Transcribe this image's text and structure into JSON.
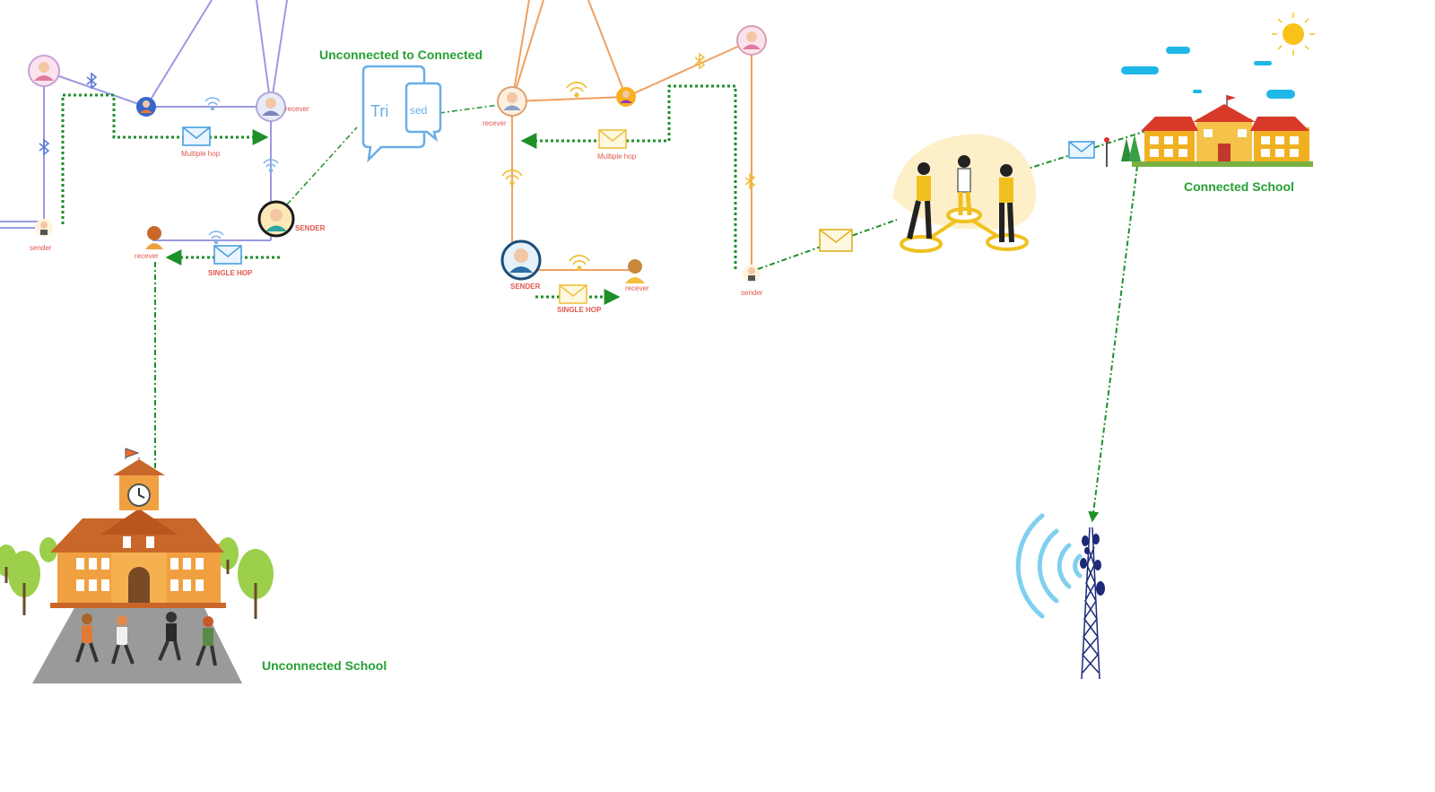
{
  "colors": {
    "blue_net": "#9a9ae2",
    "orange_net": "#f0a060",
    "green_link": "#1f8f2a",
    "label_red": "#e0584f",
    "sky_blue": "#1fb7e8",
    "sun": "#f8c21a",
    "tower": "#1d2a78"
  },
  "labels": {
    "bridge_title": "Unconnected to Connected",
    "connected_school": "Connected School",
    "unconnected_school": "Unconnected School",
    "bubble_left": "Tri",
    "bubble_right": "sed"
  },
  "node_labels": {
    "blue_recever_top": "recever",
    "blue_sender_left": "sender",
    "blue_sender_big": "SENDER",
    "blue_recever_bottom": "recever",
    "blue_multiple_hop": "Multiple hop",
    "blue_single_hop": "SINGLE HOP",
    "orange_recever_left": "recever",
    "orange_multiple_hop": "Multiple hop",
    "orange_sender_big": "SENDER",
    "orange_recever_right": "recever",
    "orange_single_hop": "SINGLE HOP",
    "orange_sender_right": "sender"
  },
  "icons": [
    "bluetooth-icon",
    "wifi-icon",
    "envelope-icon",
    "person-avatar-icon",
    "chat-bubble-icon",
    "school-building-icon",
    "sun-icon",
    "cloud-icon",
    "cell-tower-icon",
    "people-network-icon"
  ]
}
